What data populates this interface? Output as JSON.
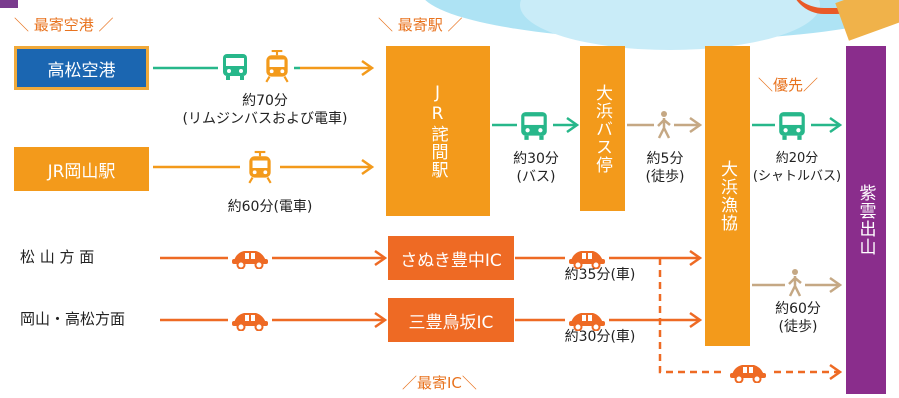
{
  "headers": {
    "nearest_airport": "＼ 最寄空港 ／",
    "nearest_station": "＼ 最寄駅 ／",
    "nearest_ic": "／最寄IC＼",
    "priority": "＼優先／"
  },
  "origins": {
    "takamatsu_airport": "高松空港",
    "jr_okayama": "JR岡山駅",
    "matsuyama": "松 山 方 面",
    "okayama_takamatsu": "岡山・高松方面"
  },
  "nodes": {
    "jr_takuma": "JR詫間駅",
    "ohama_bus_stop": "大浜バス停",
    "ohama_fishery": "大浜漁協",
    "shiunzan": "紫雲出山",
    "sanuki_toyonaka_ic": "さぬき豊中IC",
    "mitoyo_torisaka_ic": "三豊鳥坂IC"
  },
  "durations": {
    "airport_to_station": [
      "約70分",
      "(リムジンバスおよび電車)"
    ],
    "okayama_to_station": "約60分(電車)",
    "station_to_busstop": [
      "約30分",
      "(バス)"
    ],
    "busstop_to_fishery": [
      "約5分",
      "(徒歩)"
    ],
    "fishery_to_mountain": [
      "約20分",
      "(シャトルバス)"
    ],
    "toyonaka_drive": "約35分(車)",
    "torisaka_drive": "約30分(車)",
    "fishery_walk": [
      "約60分",
      "(徒歩)"
    ]
  },
  "colors": {
    "blue": "#1b66b1",
    "orange": "#f39a1b",
    "car_orange": "#ee6a24",
    "green": "#27b78a",
    "purple": "#8a2d8c",
    "walk": "#c5a884"
  }
}
